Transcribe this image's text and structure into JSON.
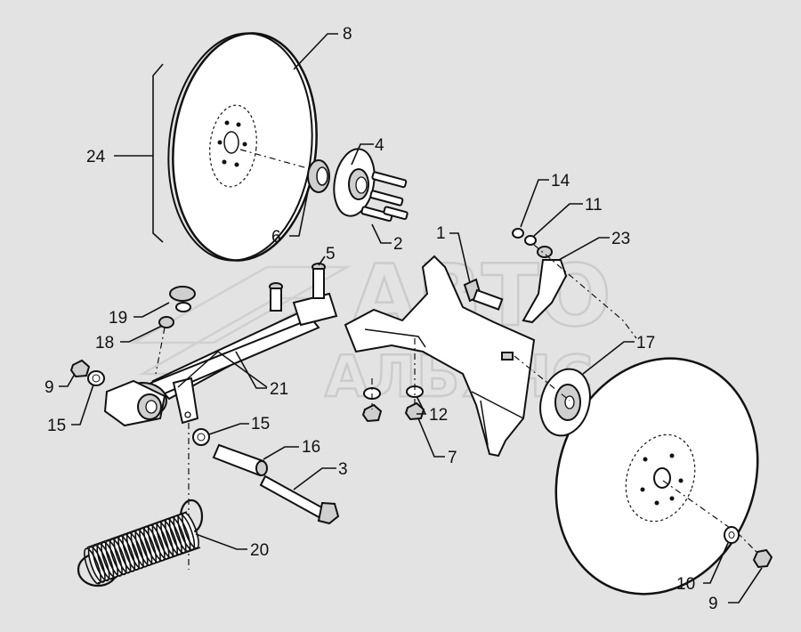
{
  "watermark": {
    "line1": "АВТО",
    "line2": "АЛЬЯНС"
  },
  "callouts": [
    {
      "id": "c8",
      "text": "8"
    },
    {
      "id": "c4",
      "text": "4"
    },
    {
      "id": "c24",
      "text": "24"
    },
    {
      "id": "c6",
      "text": "6"
    },
    {
      "id": "c2",
      "text": "2"
    },
    {
      "id": "c14",
      "text": "14"
    },
    {
      "id": "c11",
      "text": "11"
    },
    {
      "id": "c1",
      "text": "1"
    },
    {
      "id": "c23",
      "text": "23"
    },
    {
      "id": "c5",
      "text": "5"
    },
    {
      "id": "c19",
      "text": "19"
    },
    {
      "id": "c18",
      "text": "18"
    },
    {
      "id": "c17",
      "text": "17"
    },
    {
      "id": "c9a",
      "text": "9"
    },
    {
      "id": "c21",
      "text": "21"
    },
    {
      "id": "c15a",
      "text": "15"
    },
    {
      "id": "c12",
      "text": "12"
    },
    {
      "id": "c15b",
      "text": "15"
    },
    {
      "id": "c16",
      "text": "16"
    },
    {
      "id": "c7",
      "text": "7"
    },
    {
      "id": "c3",
      "text": "3"
    },
    {
      "id": "c20",
      "text": "20"
    },
    {
      "id": "c10",
      "text": "10"
    },
    {
      "id": "c9b",
      "text": "9"
    }
  ]
}
